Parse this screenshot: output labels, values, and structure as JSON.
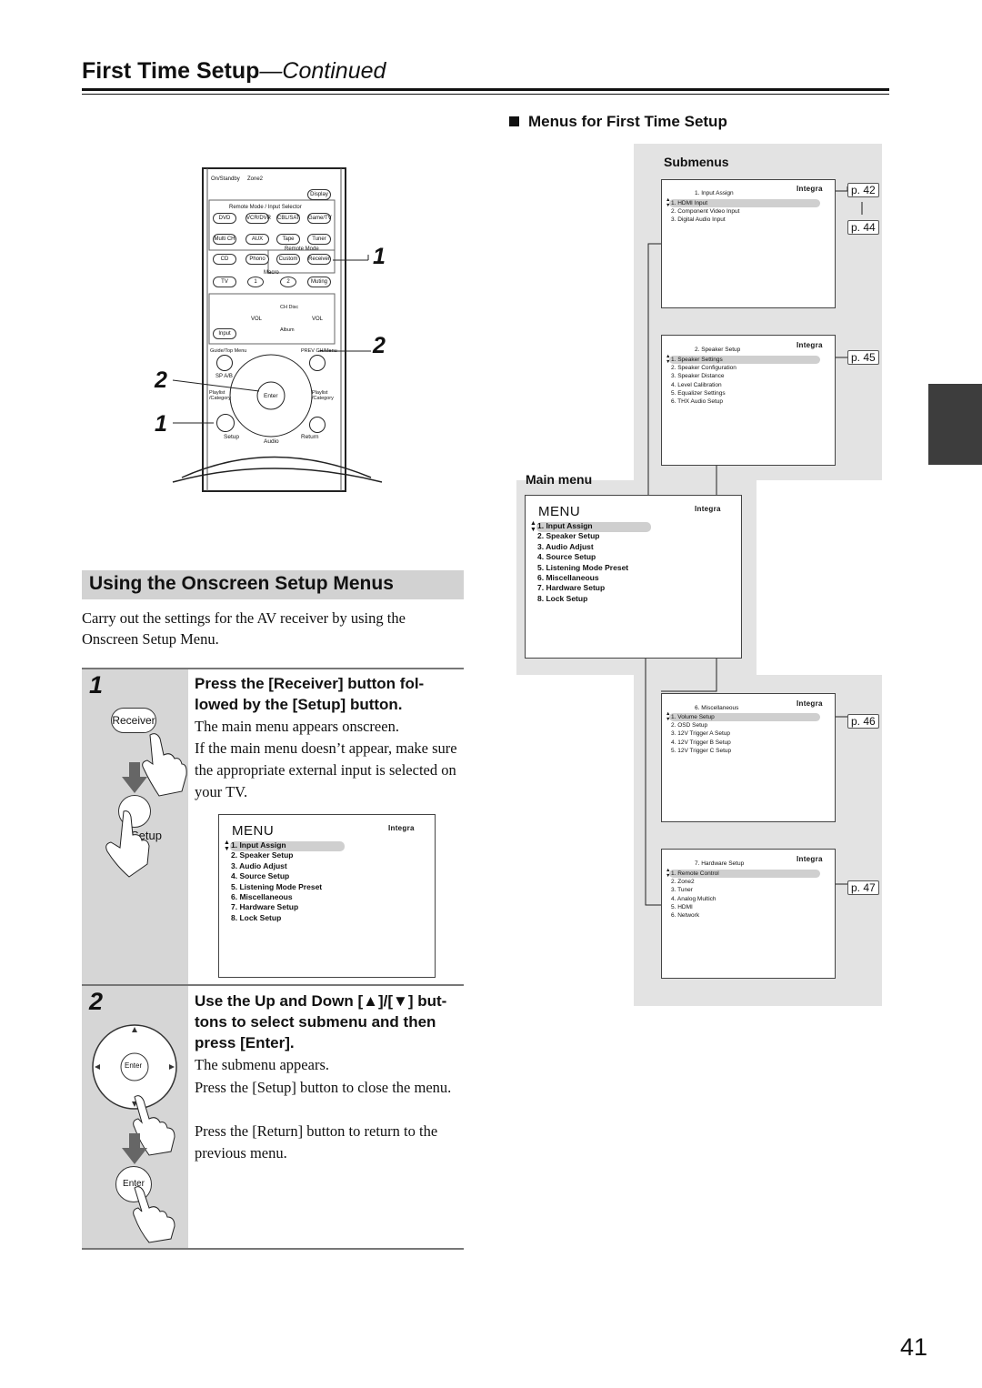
{
  "header": {
    "title_main": "First Time Setup",
    "title_cont": "—Continued"
  },
  "page_number": "41",
  "section": {
    "title": "Using the Onscreen Setup Menus",
    "intro": "Carry out the settings for the AV receiver by using the Onscreen Setup Menu."
  },
  "remote": {
    "labels": [
      "1",
      "2",
      "2",
      "1"
    ],
    "buttons": {
      "on_standby": "On/Standby",
      "zone2": "Zone2",
      "display": "Display",
      "remote_mode": "Remote Mode / Input Selector",
      "dvd": "DVD",
      "vcr_dvr": "VCR/DVR",
      "cbl_sat": "CBL/SAT",
      "game_tv": "Game/TV",
      "multi_ch": "Multi CH",
      "aux": "AUX",
      "tape": "Tape",
      "tuner": "Tuner",
      "remote_mode2": "Remote Mode",
      "cd": "CD",
      "phono": "Phono",
      "custom": "Custom",
      "receiver": "Receiver",
      "tv": "TV",
      "macro": "Macro",
      "one": "1",
      "two": "2",
      "muting": "Muting",
      "vol": "VOL",
      "ch_disc": "CH Disc",
      "album": "Album",
      "input": "Input",
      "guide": "Guide/Top Menu",
      "prev_ch": "PREV CH/Menu",
      "sp_ab": "SP A/B",
      "playlist": "Playlist /Category",
      "enter": "Enter",
      "setup": "Setup",
      "audio": "Audio",
      "return": "Return"
    }
  },
  "steps": [
    {
      "number": "1",
      "heading": "Press the [Receiver] button fol- lowed by the [Setup] button.",
      "texts": [
        "The main menu appears onscreen.",
        "If the main menu doesn’t appear, make sure the appropriate external input is selected on your TV."
      ],
      "icon_labels": [
        "Receiver",
        "Setup"
      ]
    },
    {
      "number": "2",
      "heading": "Use the Up and Down [▲]/[▼] but- tons to select submenu and then press [Enter].",
      "texts": [
        "The submenu appears.",
        "Press the [Setup] button to close the menu.",
        "Press the [Return] button to return to the previous menu."
      ],
      "icon_labels": [
        "Enter",
        "Enter"
      ]
    }
  ],
  "menus_section": {
    "heading": "Menus for First Time Setup",
    "submenus_label": "Submenus",
    "main_menu_label": "Main menu",
    "brand": "Integra",
    "main_menu": {
      "title": "MENU",
      "items": [
        "1. Input Assign",
        "2. Speaker Setup",
        "3. Audio Adjust",
        "4. Source Setup",
        "5. Listening Mode Preset",
        "6. Miscellaneous",
        "7. Hardware Setup",
        "8. Lock Setup"
      ]
    },
    "submenus": [
      {
        "title": "1.  Input Assign",
        "items": [
          "1.  HDMI Input",
          "2.  Component Video Input",
          "3.  Digital Audio Input"
        ],
        "pages": [
          "p. 42",
          "p. 44"
        ]
      },
      {
        "title": "2.  Speaker Setup",
        "items": [
          "1.  Speaker Settings",
          "2.  Speaker Configuration",
          "3.  Speaker Distance",
          "4.  Level Calibration",
          "5.  Equalizer Settings",
          "6.  THX Audio Setup"
        ],
        "pages": [
          "p. 45"
        ]
      },
      {
        "title": "6.  Miscellaneous",
        "items": [
          "1.  Volume Setup",
          "2.  OSD Setup",
          "3.  12V Trigger A Setup",
          "4.  12V Trigger B Setup",
          "5.  12V Trigger C Setup"
        ],
        "pages": [
          "p. 46"
        ]
      },
      {
        "title": "7.  Hardware Setup",
        "items": [
          "1.  Remote Control",
          "2.  Zone2",
          "3.  Tuner",
          "4.  Analog Multich",
          "5.  HDMI",
          "6.  Network"
        ],
        "pages": [
          "p. 47"
        ]
      }
    ]
  }
}
